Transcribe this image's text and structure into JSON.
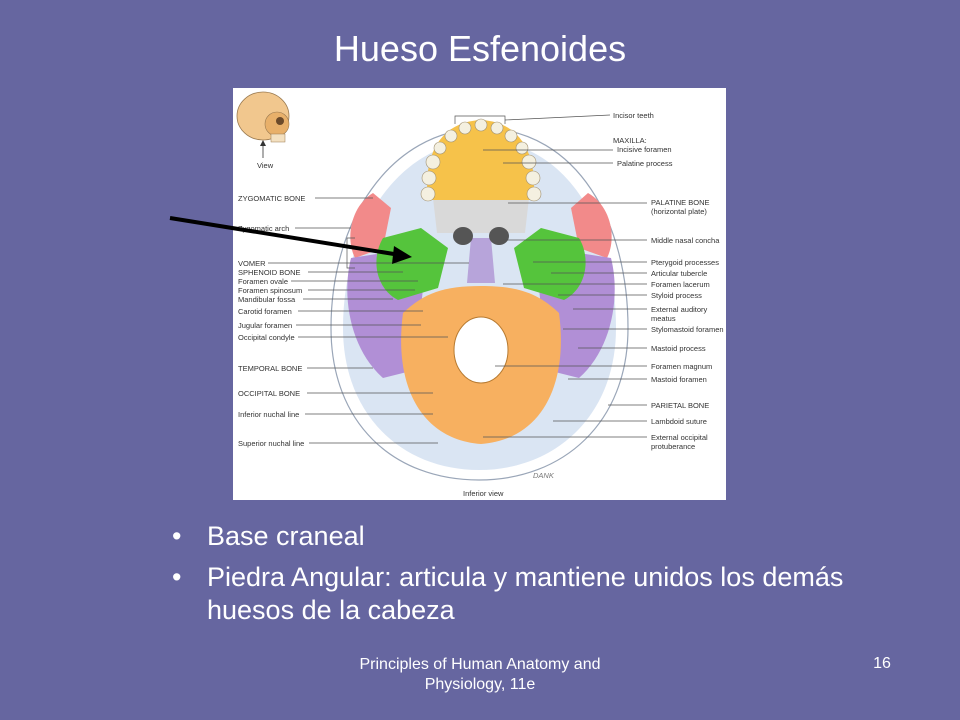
{
  "slide": {
    "title": "Hueso Esfenoides",
    "bullets": [
      "Base craneal",
      "Piedra Angular: articula y mantiene unidos los demás huesos de la cabeza"
    ],
    "footer": "Principles of Human Anatomy and Physiology, 11e",
    "page_number": "16"
  },
  "figure": {
    "view_label": "View",
    "caption": "Inferior view",
    "signature": "DANK",
    "labels_left": [
      "ZYGOMATIC BONE",
      "Zygomatic arch",
      "VOMER",
      "SPHENOID BONE",
      "Foramen ovale",
      "Foramen spinosum",
      "Mandibular fossa",
      "Carotid foramen",
      "Jugular foramen",
      "Occipital condyle",
      "TEMPORAL BONE",
      "OCCIPITAL BONE",
      "Inferior nuchal line",
      "Superior nuchal line"
    ],
    "labels_right": [
      "Incisor teeth",
      "MAXILLA:",
      "Incisive foramen",
      "Palatine process",
      "PALATINE BONE",
      "(horizontal plate)",
      "Middle nasal concha",
      "Pterygoid processes",
      "Articular tubercle",
      "Foramen lacerum",
      "Styloid process",
      "External auditory",
      "meatus",
      "Stylomastoid foramen",
      "Mastoid process",
      "Foramen magnum",
      "Mastoid foramen",
      "PARIETAL BONE",
      "Lambdoid suture",
      "External occipital",
      "protuberance"
    ]
  },
  "colors": {
    "background": "#6666a0",
    "maxilla": "#f6c24a",
    "palatine": "#d9d9d9",
    "sphenoid": "#55c43c",
    "vomer": "#b7a4da",
    "temporal": "#b18fd6",
    "occipital": "#f7b060",
    "zygomatic": "#f28a8a",
    "parietal": "#c6d7ec"
  }
}
